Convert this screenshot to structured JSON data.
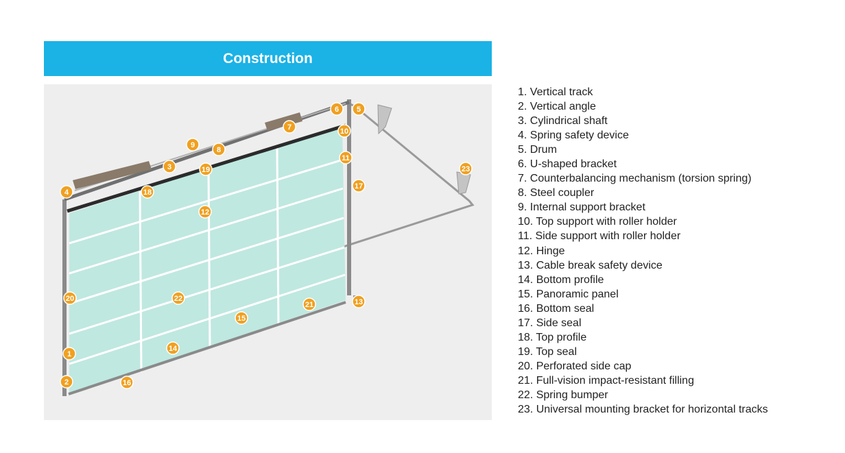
{
  "header": {
    "title": "Construction"
  },
  "legend": {
    "items": [
      "1. Vertical track",
      "2. Vertical angle",
      "3. Cylindrical shaft",
      "4. Spring safety device",
      "5. Drum",
      "6. U-shaped bracket",
      "7. Counterbalancing mechanism (torsion spring)",
      "8. Steel coupler",
      "9. Internal support bracket",
      "10. Top support with roller holder",
      "11. Side support with roller holder",
      "12. Hinge",
      "13. Cable break safety device",
      "14. Bottom profile",
      "15. Panoramic panel",
      "16. Bottom seal",
      "17. Side seal",
      "18. Top profile",
      "19. Top seal",
      "20. Perforated side cap",
      "21. Full-vision impact-resistant filling",
      "22. Spring bumper",
      "23. Universal mounting bracket for horizontal tracks"
    ]
  },
  "markers": [
    "1",
    "2",
    "3",
    "4",
    "5",
    "6",
    "7",
    "8",
    "9",
    "10",
    "11",
    "12",
    "13",
    "14",
    "15",
    "16",
    "17",
    "18",
    "19",
    "20",
    "21",
    "22",
    "23"
  ],
  "colors": {
    "header_bg": "#1bb2e6",
    "marker": "#f0a020",
    "panel_glass": "#bfe8e0",
    "frame": "#888888"
  }
}
